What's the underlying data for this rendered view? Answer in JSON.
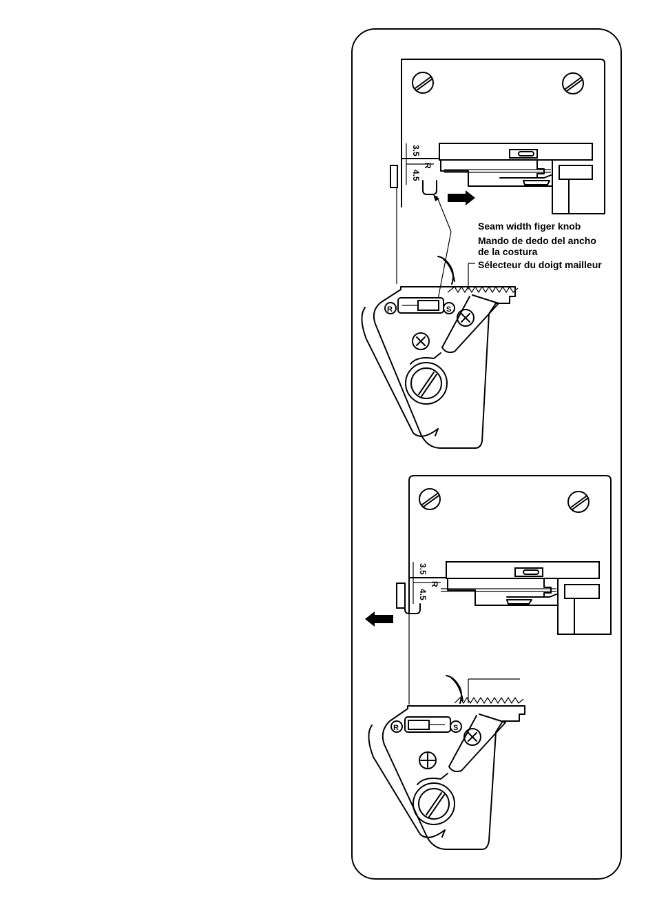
{
  "figure_top": {
    "scale_marks": [
      "3.5",
      "R",
      "4.5"
    ],
    "callout": {
      "en": "Seam width figer knob",
      "es_line1": "Mando de dedo del ancho",
      "es_line2": "de la costura",
      "fr": "Sélecteur du doigt mailleur"
    },
    "dial_letters": [
      "R",
      "S"
    ],
    "arrow_direction": "right"
  },
  "figure_bottom": {
    "scale_marks": [
      "3.5",
      "R",
      "4.5"
    ],
    "dial_letters": [
      "R",
      "S"
    ],
    "arrow_direction": "left"
  }
}
